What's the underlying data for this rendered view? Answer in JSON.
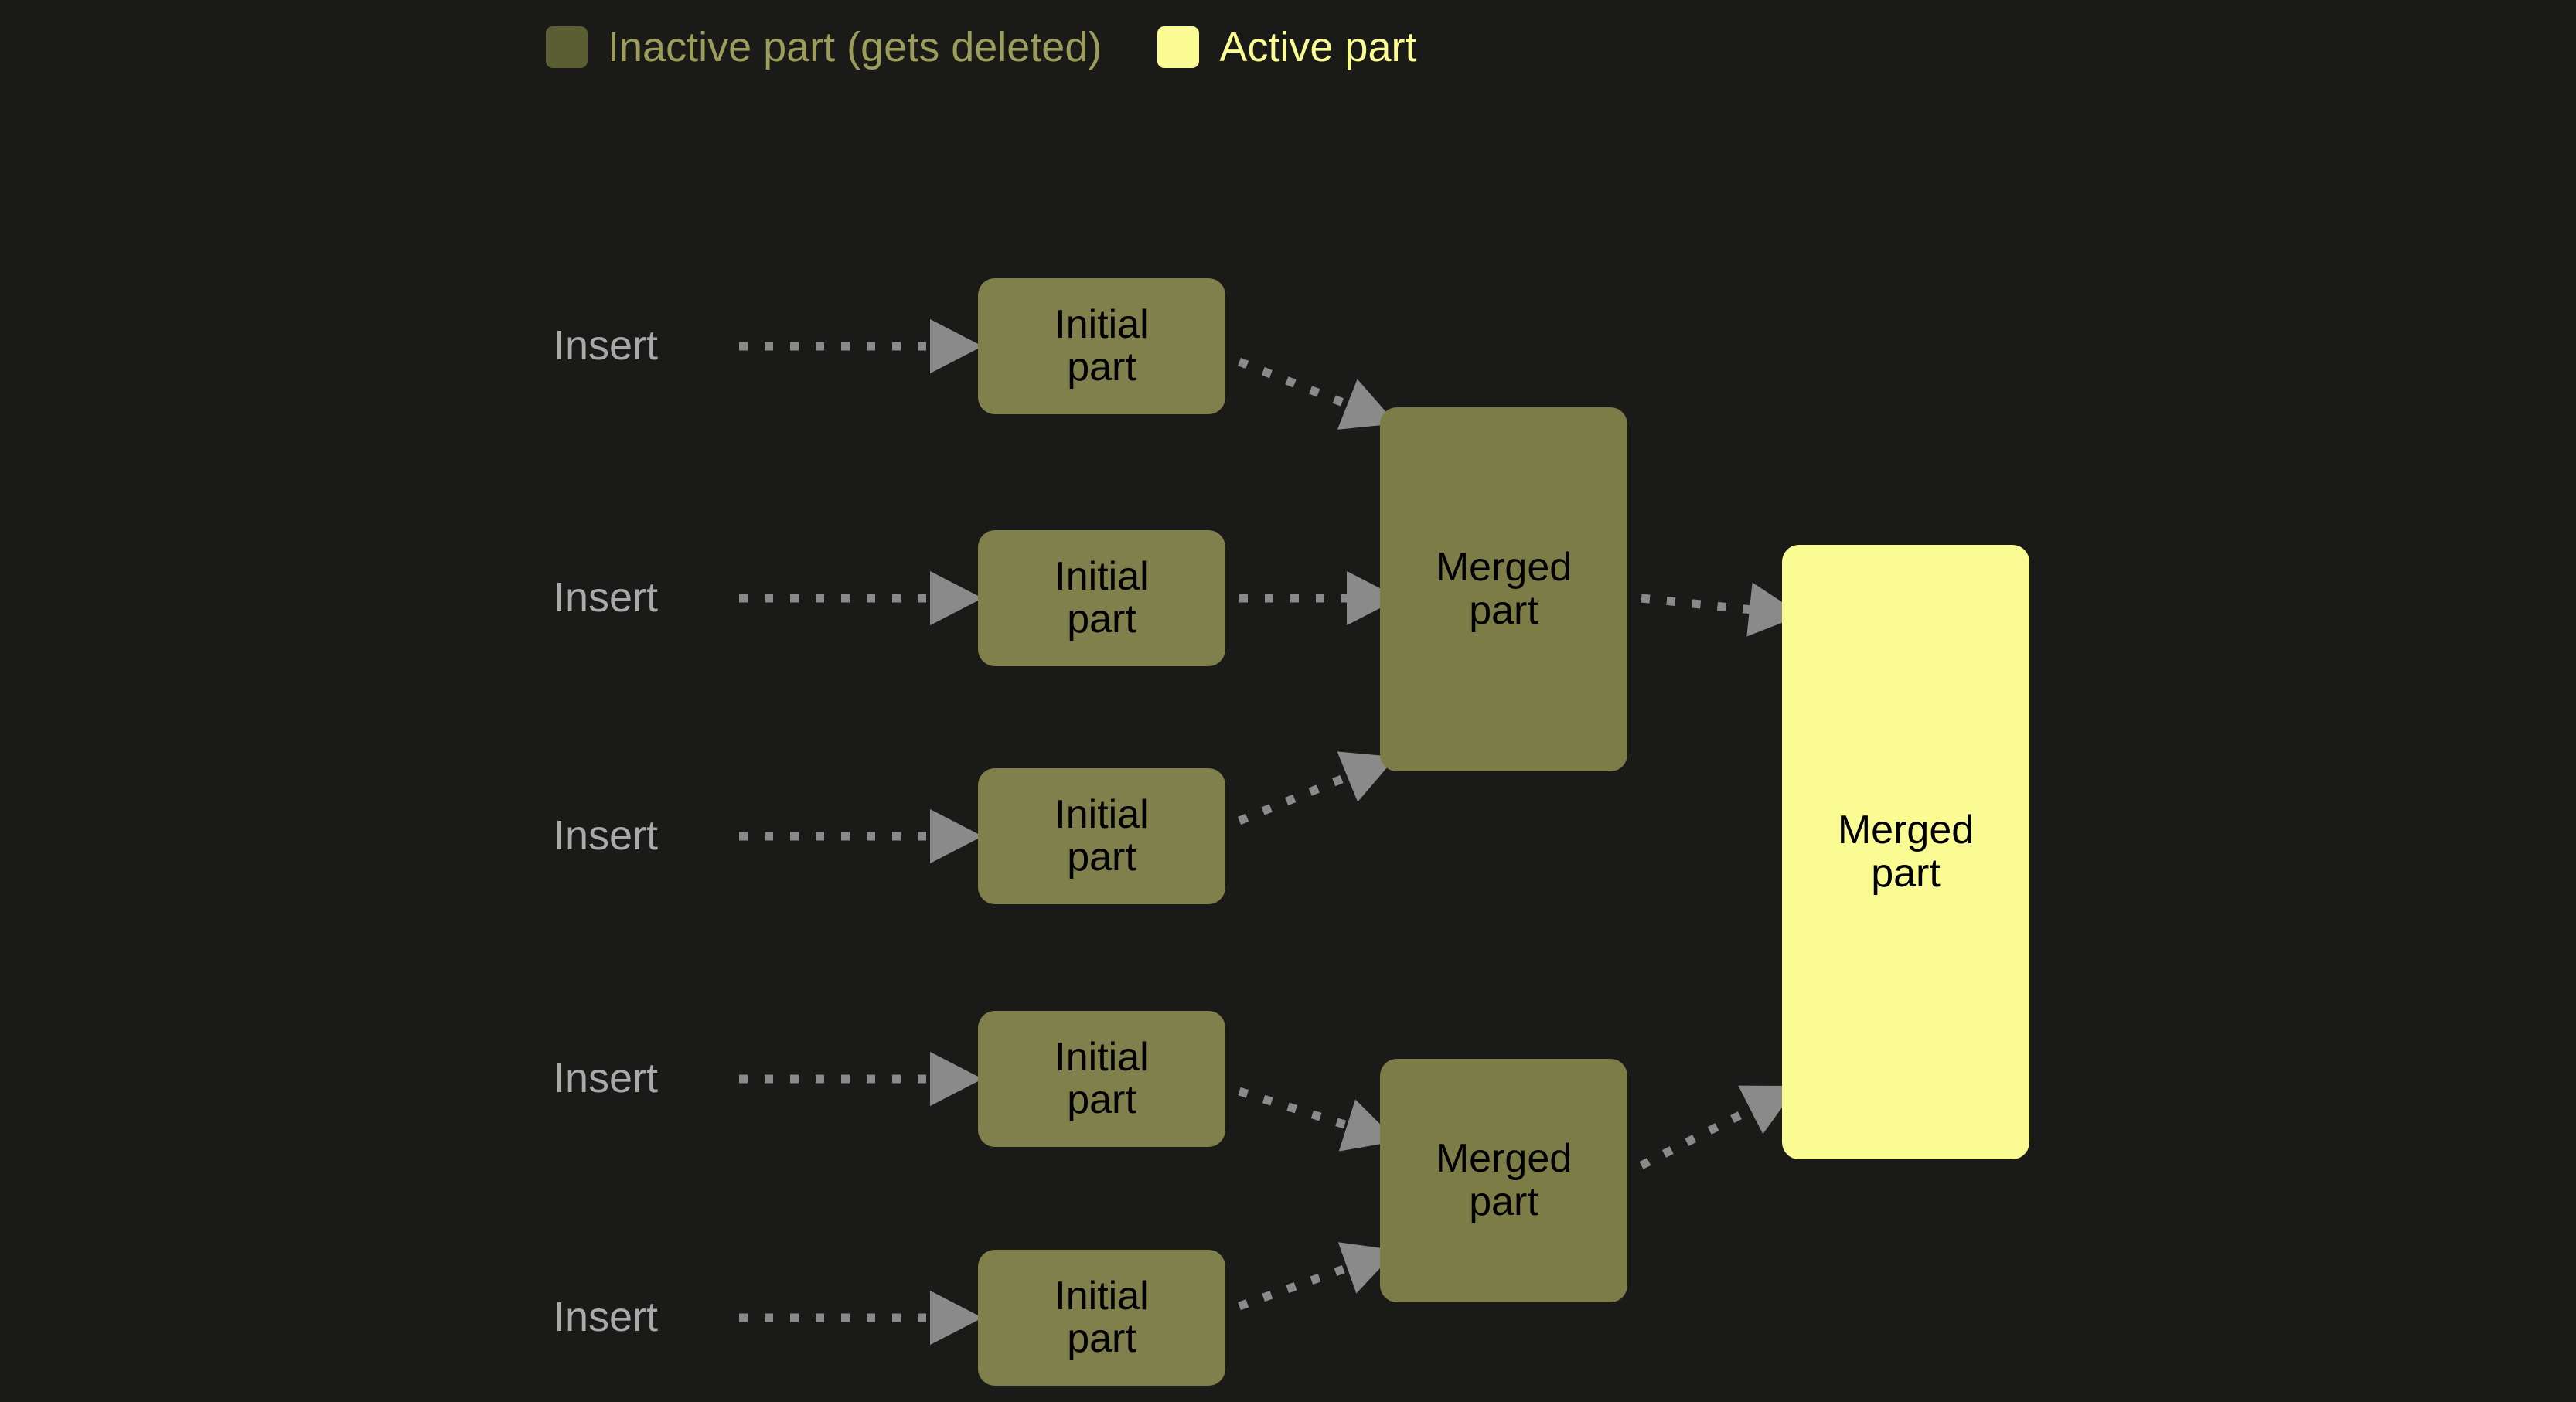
{
  "background_color": "#1a1a19",
  "legend": {
    "items": [
      {
        "label": "Inactive part (gets deleted)",
        "color": "#5b5e33",
        "text_color": "#9c9d5b",
        "state": "inactive"
      },
      {
        "label": "Active part",
        "color": "#fbfb93",
        "text_color": "#fbfb93",
        "state": "active"
      }
    ]
  },
  "diagram": {
    "type": "flow-diagram",
    "arrow_color": "#8a8a8a",
    "arrow_style": "dotted",
    "insert_labels": [
      {
        "text": "Insert"
      },
      {
        "text": "Insert"
      },
      {
        "text": "Insert"
      },
      {
        "text": "Insert"
      },
      {
        "text": "Insert"
      }
    ],
    "initial_parts": [
      {
        "text": "Initial\npart",
        "line1": "Initial",
        "line2": "part"
      },
      {
        "text": "Initial\npart",
        "line1": "Initial",
        "line2": "part"
      },
      {
        "text": "Initial\npart",
        "line1": "Initial",
        "line2": "part"
      },
      {
        "text": "Initial\npart",
        "line1": "Initial",
        "line2": "part"
      },
      {
        "text": "Initial\npart",
        "line1": "Initial",
        "line2": "part"
      }
    ],
    "merged_parts": [
      {
        "line1": "Merged",
        "line2": "part",
        "state": "inactive"
      },
      {
        "line1": "Merged",
        "line2": "part",
        "state": "inactive"
      }
    ],
    "final_part": {
      "line1": "Merged",
      "line2": "part",
      "state": "active"
    }
  }
}
